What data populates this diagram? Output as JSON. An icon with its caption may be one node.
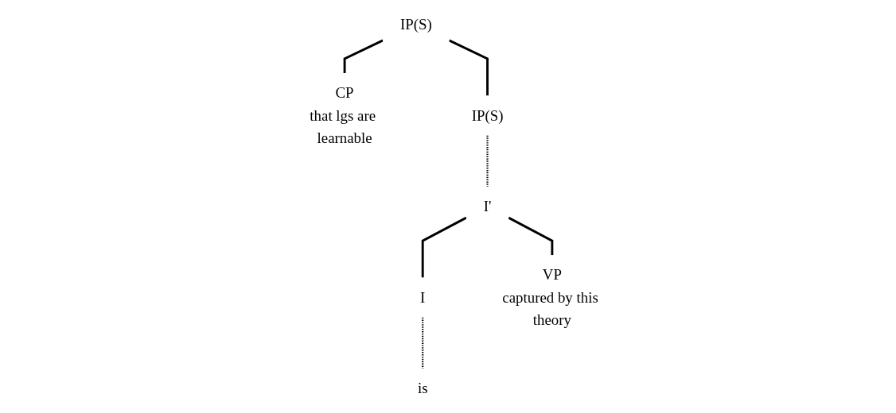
{
  "diagram": {
    "nodes": [
      {
        "text": [
          "IP(S)"
        ]
      },
      {
        "text": [
          "CP",
          "that lgs are learnable"
        ]
      },
      {
        "text": [
          "IP(S)"
        ]
      },
      {
        "text": [
          "I'"
        ]
      },
      {
        "text": [
          "I"
        ]
      },
      {
        "text": [
          "is"
        ]
      },
      {
        "text": [
          "VP",
          "captured by this theory"
        ]
      }
    ],
    "edges": [
      {
        "from": 0,
        "to": 1,
        "arrow": "none"
      },
      {
        "from": 0,
        "to": 2,
        "arrow": "none"
      },
      {
        "from": 2,
        "to": 3,
        "arrow": "none",
        "style": "dashed"
      },
      {
        "from": 3,
        "to": 4,
        "arrow": "none"
      },
      {
        "from": 3,
        "to": 6,
        "arrow": "none"
      },
      {
        "from": 4,
        "to": 5,
        "arrow": "none",
        "style": "dashed"
      }
    ]
  }
}
